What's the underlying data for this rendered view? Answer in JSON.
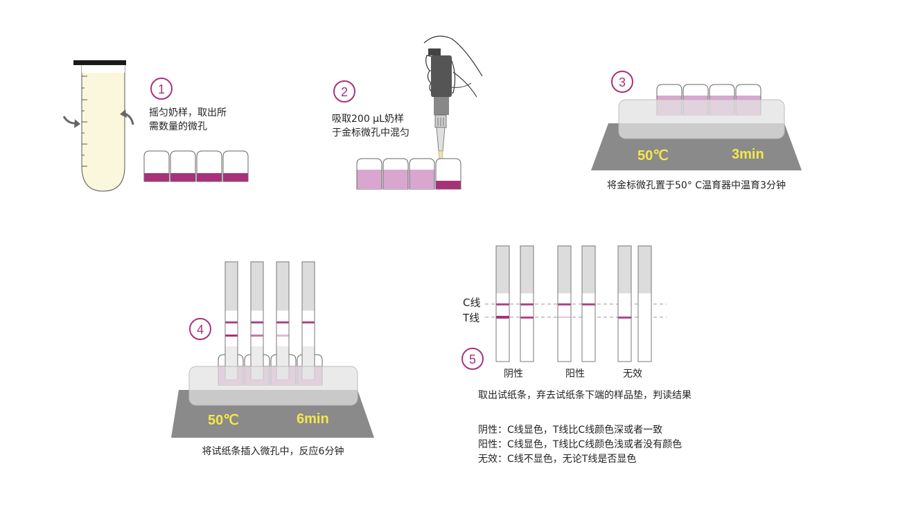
{
  "colors": {
    "magenta": "#a8317a",
    "light_pink": "#d9a6cf",
    "tube_fill": "#faf7dc",
    "heater": "#8a8a8a",
    "temp_text": "#f5e84a",
    "strip_top": "#dcdcdc"
  },
  "step1": {
    "number": "1",
    "text_line1": "摇匀奶样，取出所",
    "text_line2": "需数量的微孔",
    "icons": [
      "rotate-left-arrow-icon",
      "rotate-right-arrow-icon"
    ]
  },
  "step2": {
    "number": "2",
    "text_line1": "吸取200 μL奶样",
    "text_line2": "于金标微孔中混匀",
    "icons": [
      "pipette-icon",
      "hand-icon"
    ]
  },
  "step3": {
    "number": "3",
    "temp": "50℃",
    "time": "3min",
    "caption": "将金标微孔置于50° C温育器中温育3分钟"
  },
  "step4": {
    "number": "4",
    "temp": "50℃",
    "time": "6min",
    "caption": "将试纸条插入微孔中，反应6分钟"
  },
  "step5": {
    "number": "5",
    "c_line_label": "C线",
    "t_line_label": "T线",
    "groups": [
      "阴性",
      "阳性",
      "无效"
    ],
    "caption": "取出试纸条，弃去试纸条下端的样品垫，判读结果",
    "rules": [
      "阴性：C线显色，T线比C线颜色深或者一致",
      "阳性：C线显色，T线比C线颜色浅或者没有颜色",
      "无效：C线不显色，无论T线是否显色"
    ]
  }
}
